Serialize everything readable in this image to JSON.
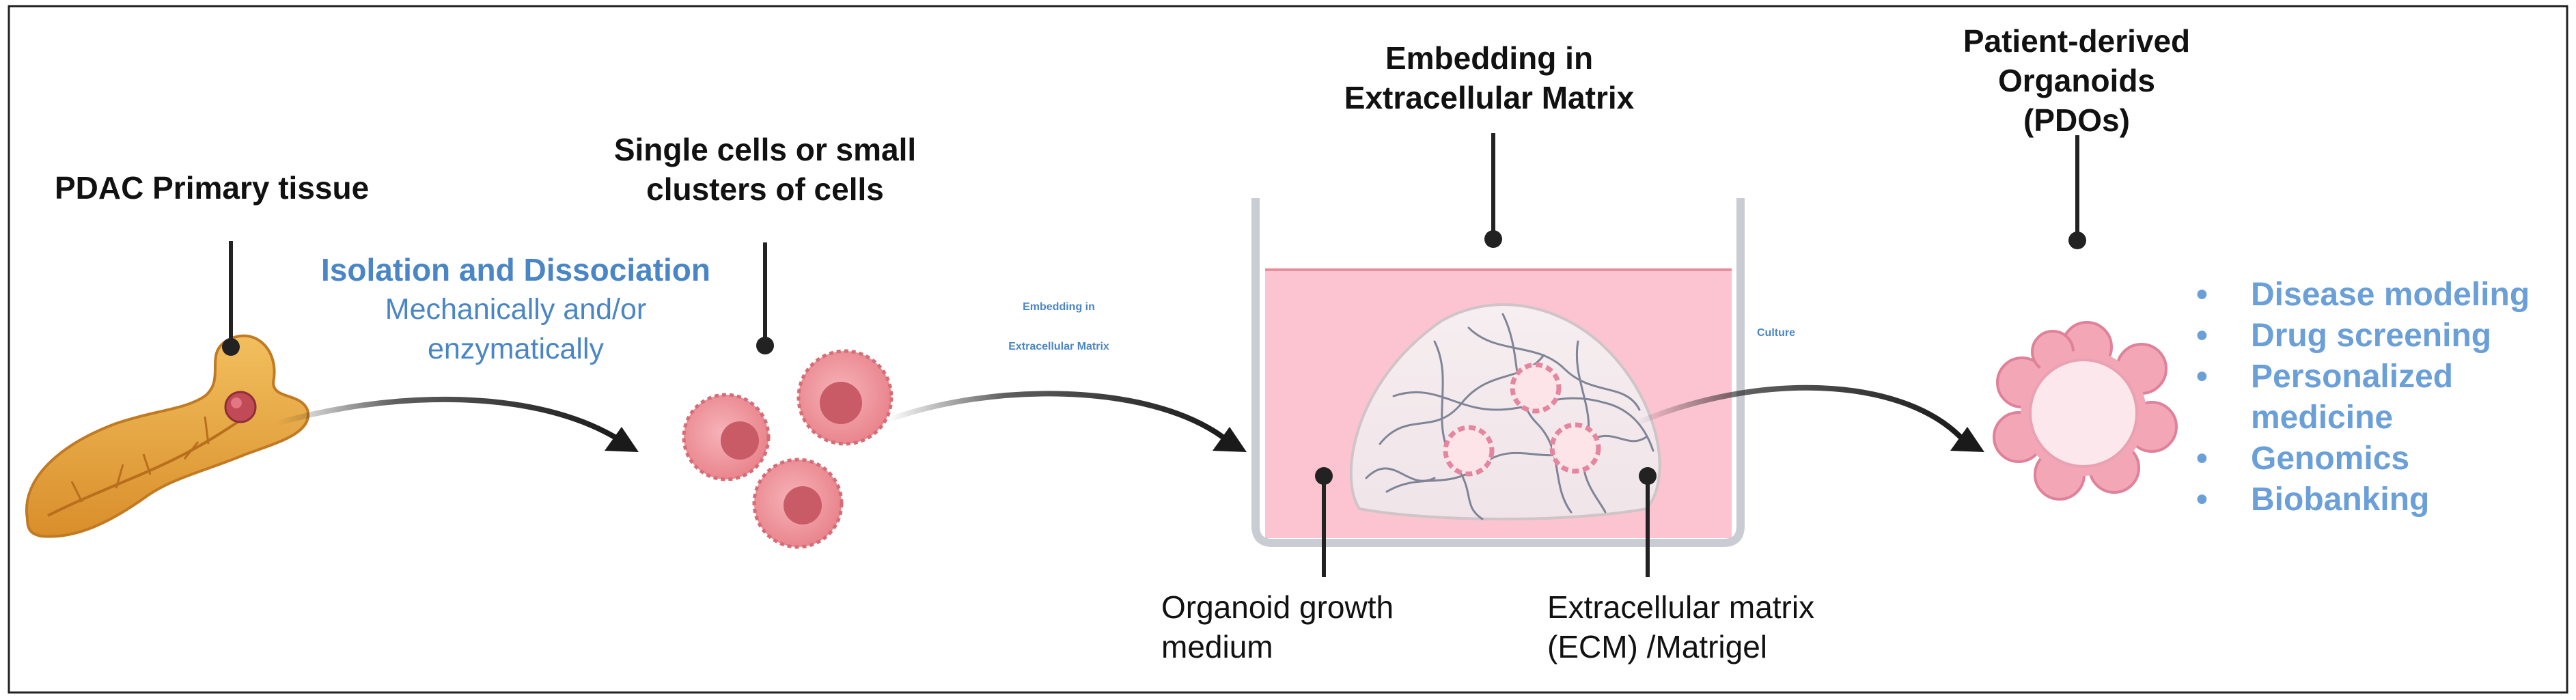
{
  "labels": {
    "primary_tissue": "PDAC Primary tissue",
    "isolation_title": "Isolation and Dissociation",
    "isolation_sub_1": "Mechanically and/or",
    "isolation_sub_2": "enzymatically",
    "cells_1": "Single cells or small",
    "cells_2": "clusters of cells",
    "embed_step_1": "Embedding in",
    "embed_step_2": "Extracellular Matrix",
    "embed_top_1": "Embedding in",
    "embed_top_2": "Extracellular Matrix",
    "culture": "Culture",
    "pdo_1": "Patient-derived",
    "pdo_2": "Organoids",
    "pdo_3": "(PDOs)",
    "medium_1": "Organoid growth",
    "medium_2": "medium",
    "ecm_1": "Extracellular matrix",
    "ecm_2": "(ECM) /Matrigel"
  },
  "applications": [
    "Disease modeling",
    "Drug screening",
    "Personalized medicine",
    "Genomics",
    "Biobanking"
  ],
  "colors": {
    "pancreas": "#e9a640",
    "cell": "#ef8d96",
    "dish_medium": "#fcc4d0",
    "blue_text": "#4a86c5",
    "bullet_text": "#6a9fd8",
    "arrow": "#1a1a1a"
  },
  "icons": [
    "pancreas-icon",
    "cell-icon",
    "culture-dish-icon",
    "organoid-icon",
    "arrow-icon"
  ]
}
